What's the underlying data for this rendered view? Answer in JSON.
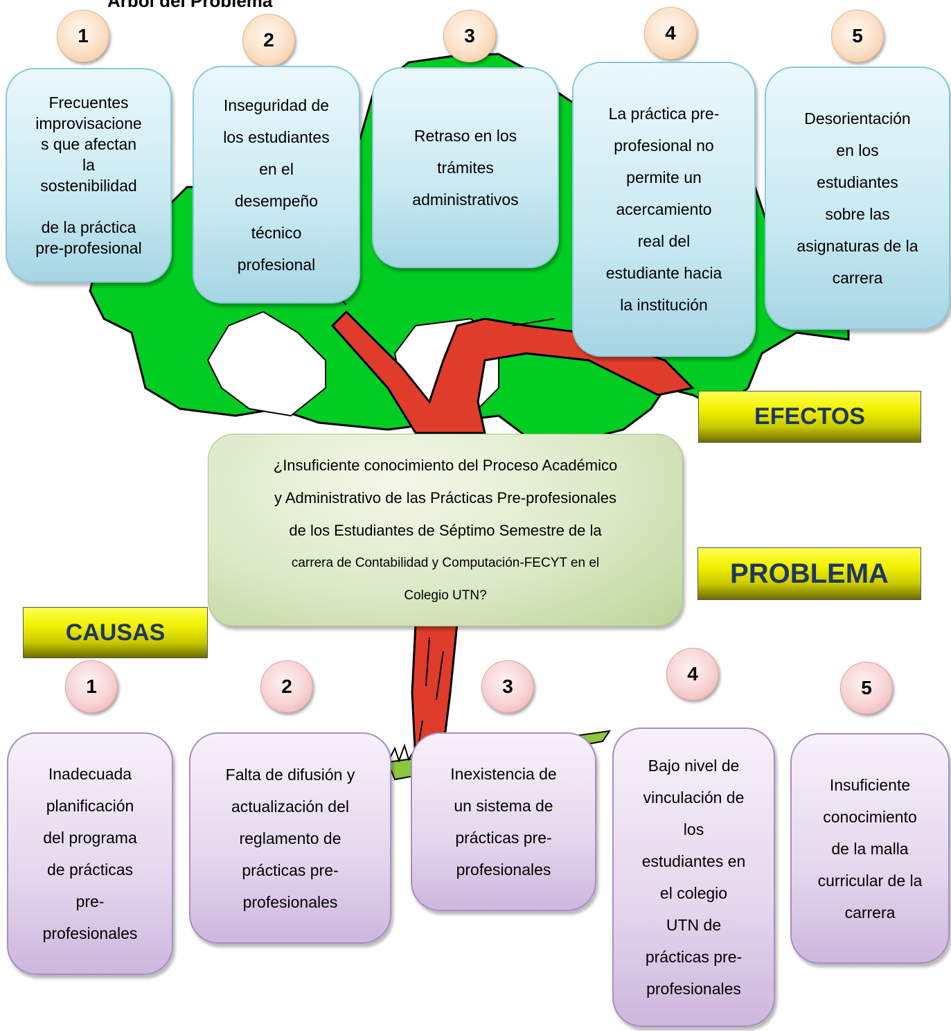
{
  "title": "Árbol del Problema",
  "labels": {
    "efectos": "EFECTOS",
    "problema": "PROBLEMA",
    "causas": "CAUSAS"
  },
  "problem": {
    "line1": "¿Insuficiente conocimiento del Proceso Académico\ny Administrativo de las Prácticas Pre-profesionales\nde los Estudiantes de Séptimo Semestre de la",
    "line2": "carrera de Contabilidad y Computación-FECYT en el\nColegio UTN?"
  },
  "effects": [
    {
      "number": "1",
      "text": "Frecuentes\nimprovisacione\ns que afectan\nla\nsostenibilidad\n\nde la práctica\npre-profesional"
    },
    {
      "number": "2",
      "text": "Inseguridad de\nlos estudiantes\nen el\ndesempeño\ntécnico\nprofesional"
    },
    {
      "number": "3",
      "text": "Retraso en los\ntrámites\nadministrativos"
    },
    {
      "number": "4",
      "text": "La práctica pre-\nprofesional no\npermite un\nacercamiento\nreal del\nestudiante hacia\nla institución"
    },
    {
      "number": "5",
      "text": "Desorientación\nen los\nestudiantes\nsobre las\nasignaturas de la\ncarrera"
    }
  ],
  "causes": [
    {
      "number": "1",
      "text": "Inadecuada\nplanificación\ndel programa\nde prácticas\npre-\nprofesionales"
    },
    {
      "number": "2",
      "text": "Falta de difusión y\nactualización del\nreglamento de\nprácticas pre-\nprofesionales"
    },
    {
      "number": "3",
      "text": "Inexistencia de\nun sistema de\nprácticas pre-\nprofesionales"
    },
    {
      "number": "4",
      "text": "Bajo nivel de\nvinculación de\nlos\nestudiantes en\nel colegio\nUTN de\nprácticas pre-\nprofesionales"
    },
    {
      "number": "5",
      "text": "Insuficiente\nconocimiento\nde la malla\ncurricular de la\ncarrera"
    }
  ]
}
